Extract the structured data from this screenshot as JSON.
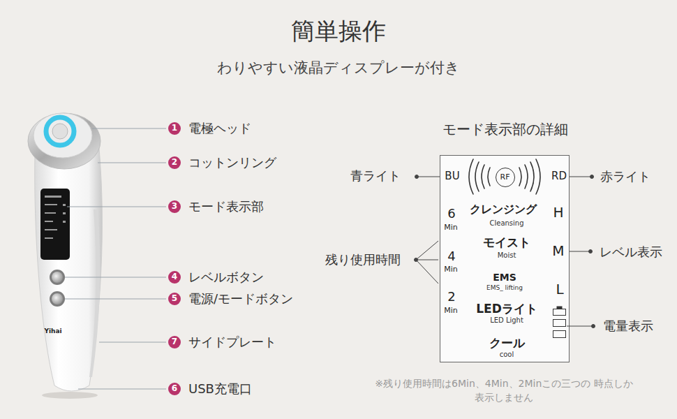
{
  "diagram": {
    "title": "簡単操作",
    "caption": "わりやすい液晶ディスプレーが付き",
    "nodes": [
      {
        "text": [
          "モード表示部の詳細"
        ]
      },
      {
        "text": [
          "RF"
        ],
        "in": 0
      },
      {
        "text": [
          "1"
        ]
      },
      {
        "text": [
          "2"
        ]
      },
      {
        "text": [
          "3"
        ]
      },
      {
        "text": [
          "4"
        ]
      },
      {
        "text": [
          "5"
        ]
      },
      {
        "text": [
          "7"
        ]
      },
      {
        "text": [
          "6"
        ]
      }
    ],
    "labels": [
      "電極ヘッド",
      "コットンリング",
      "モード表示部",
      "レベルボタン",
      "電源/モードボタン",
      "サイドプレート",
      "USB充電口",
      "Yihai",
      "青ライト",
      "赤ライト",
      "残り使用時間",
      "レベル表示",
      "電量表示",
      "BU",
      "RD",
      "6",
      "Min",
      "4",
      "Min",
      "2",
      "Min",
      "クレンジング",
      "Cleansing",
      "モイスト",
      "Moist",
      "EMS",
      "EMS_ lifting",
      "LEDライト",
      "LED Light",
      "クール",
      "cool",
      "H",
      "M",
      "L",
      "※残り使用時間は6Min、4Min、2Minこの三つの 時点しか表示しません"
    ]
  }
}
